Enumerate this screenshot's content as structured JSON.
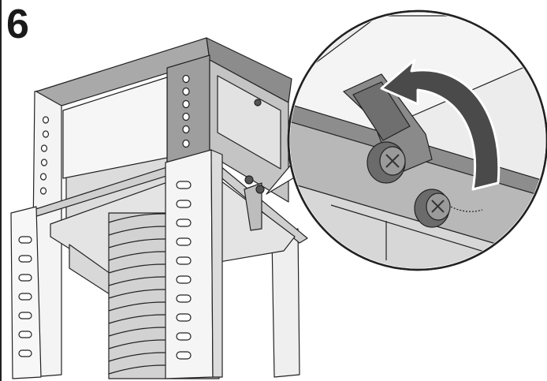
{
  "step": {
    "number": "6"
  },
  "illustration": {
    "subject": "range-hood-chimney-frame",
    "detail_callout": "bracket-and-screw-zoom",
    "arrow": "rotate-bracket-arrow-icon"
  },
  "colors": {
    "line": "#222222",
    "frame_gray": "#a9a9a9",
    "frame_dark": "#7d7d7d",
    "panel_light": "#ececec",
    "panel_mid": "#d6d6d6",
    "duct": "#cfcfcf",
    "screw": "#555555",
    "arrow_fill": "#4a4a4a"
  }
}
